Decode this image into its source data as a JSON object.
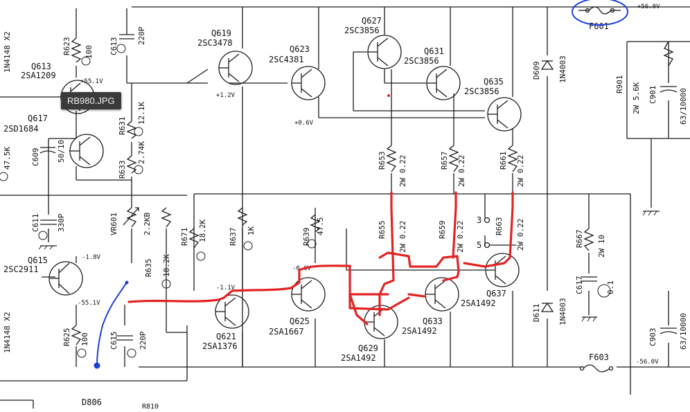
{
  "tooltip": "RB980.JPG",
  "labels": {
    "q613": "Q613",
    "q613p": "2SA1209",
    "q617": "Q617",
    "q617p": "2SD1684",
    "q615": "Q615",
    "q615p": "2SC2911",
    "q619": "Q619",
    "q619p": "2SC3478",
    "q623": "Q623",
    "q623p": "2SC4381",
    "q627": "Q627",
    "q627p": "2SC3856",
    "q631": "Q631",
    "q631p": "2SC3856",
    "q635": "Q635",
    "q635p": "2SC3856",
    "q621": "Q621",
    "q621p": "2SA1376",
    "q625": "Q625",
    "q625p": "2SA1667",
    "q629": "Q629",
    "q629p": "2SA1492",
    "q633": "Q633",
    "q633p": "2SA1492",
    "q637": "Q637",
    "q637p": "2SA1492",
    "r623": "R623",
    "r623v": "100",
    "c613": "C613",
    "c613v": "220P",
    "r631": "R631",
    "r631v": "12.1K",
    "r633": "R633",
    "r633v": "2.74K",
    "c609": "C609",
    "c609v": "50/10",
    "c611": "C611",
    "c611v": "330P",
    "vr601": "VR601",
    "vr601v": "2.2KB",
    "r635": "R635",
    "r635v": "18.2K",
    "r671": "R671",
    "r671v": "18.2K",
    "r637": "R637",
    "r637v": "1K",
    "r639": "R639",
    "r639v": "47.5",
    "r653": "R653",
    "r653v": "2W 0.22",
    "r657": "R657",
    "r657v": "2W 0.22",
    "r661": "R661",
    "r661v": "2W 0.22",
    "r655": "R655",
    "r655v": "2W 0.22",
    "r659": "R659",
    "r659v": "2W 0.22",
    "r663": "R663",
    "r663v": "2W 0.22",
    "r667": "R667",
    "r667v": "2W 10",
    "r901": "R901",
    "r901v": "2W 5.6K",
    "c901": "C901",
    "c901v": "63/10000",
    "c903": "C903",
    "c903v": "63/10000",
    "c615": "C615",
    "c615v": "220P",
    "c617": "C617",
    "c617v": "0.1",
    "r625": "R625",
    "r625v": "100",
    "d609": "D609",
    "d609v": "1N4003",
    "d611": "D611",
    "d611v": "1N4003",
    "d806": "D806",
    "f601": "F601",
    "f603": "F603",
    "diode_left_top": "1N4148 X2",
    "diode_left_bot": "1N4148 X2",
    "v_p551": "+55.1V",
    "v_p12": "+1.2V",
    "v_p06": "+0.6V",
    "v_n18": "-1.8V",
    "v_n551": "-55.1V",
    "v_n11": "-1.1V",
    "v_n06": "-0.6V",
    "v_p56": "+56.0V",
    "v_n56": "-56.0V",
    "v_left": "47.5K",
    "out3": "3",
    "out5": "5",
    "r810": "R810"
  }
}
